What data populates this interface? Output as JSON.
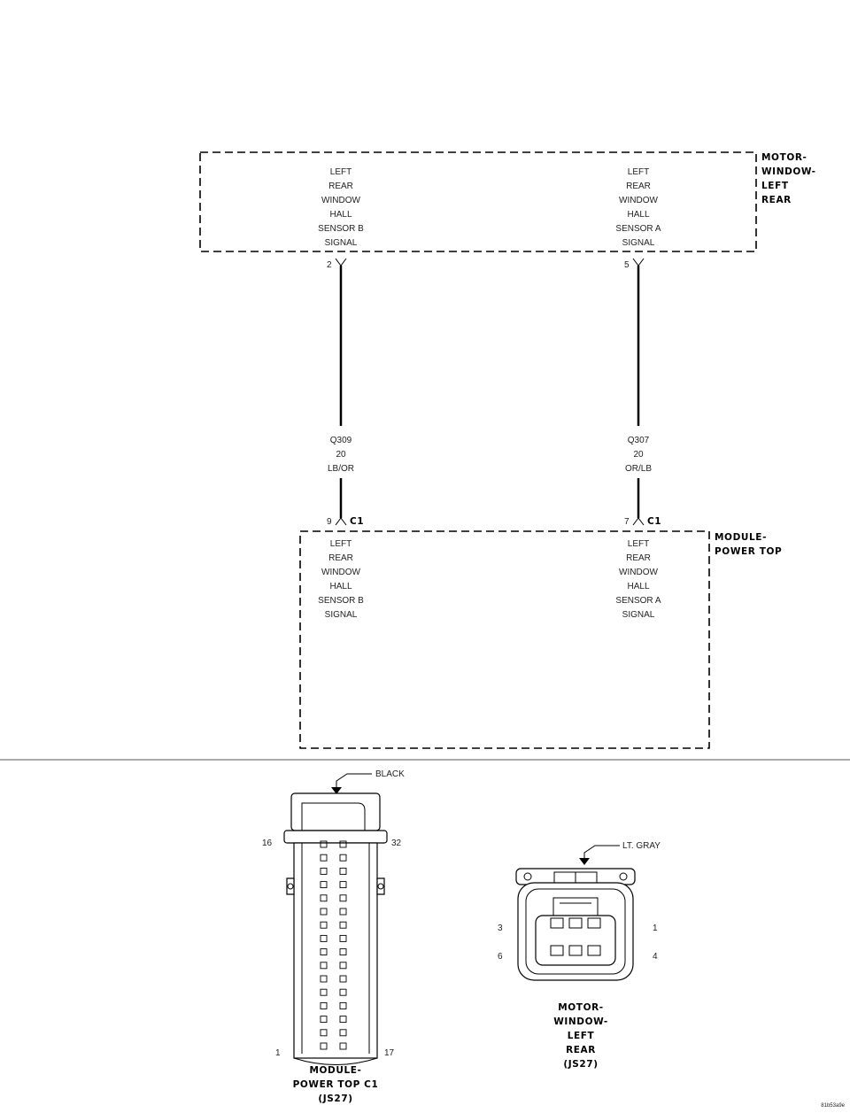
{
  "motor_component": {
    "name_lines": [
      "MOTOR-",
      "WINDOW-",
      "LEFT",
      "REAR"
    ],
    "pin_b_label": [
      "LEFT",
      "REAR",
      "WINDOW",
      "HALL",
      "SENSOR B",
      "SIGNAL"
    ],
    "pin_a_label": [
      "LEFT",
      "REAR",
      "WINDOW",
      "HALL",
      "SENSOR A",
      "SIGNAL"
    ],
    "pin_b_number": "2",
    "pin_a_number": "5"
  },
  "wires": [
    {
      "circuit": "Q309",
      "gauge": "20",
      "color": "LB/OR"
    },
    {
      "circuit": "Q307",
      "gauge": "20",
      "color": "OR/LB"
    }
  ],
  "module_component": {
    "name_lines": [
      "MODULE-",
      "POWER TOP"
    ],
    "pin_b_label": [
      "LEFT",
      "REAR",
      "WINDOW",
      "HALL",
      "SENSOR B",
      "SIGNAL"
    ],
    "pin_a_label": [
      "LEFT",
      "REAR",
      "WINDOW",
      "HALL",
      "SENSOR A",
      "SIGNAL"
    ],
    "pin_b_number": "9",
    "pin_a_number": "7",
    "connector_id": "C1"
  },
  "connector_c1_view": {
    "color_label": "BLACK",
    "pins": {
      "top_left": "16",
      "top_right": "32",
      "bottom_left": "1",
      "bottom_right": "17"
    },
    "name_lines": [
      "MODULE-",
      "POWER TOP C1",
      "(JS27)"
    ]
  },
  "connector_motor_view": {
    "color_label": "LT. GRAY",
    "pins": {
      "left_top": "3",
      "left_bottom": "6",
      "right_top": "1",
      "right_bottom": "4"
    },
    "name_lines": [
      "MOTOR-",
      "WINDOW-",
      "LEFT",
      "REAR",
      "(JS27)"
    ]
  },
  "figure_id": "81b53a9e"
}
